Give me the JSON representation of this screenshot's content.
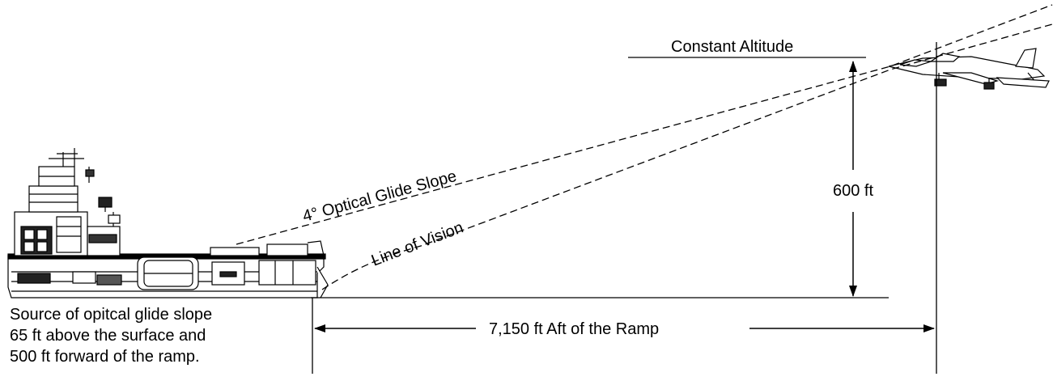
{
  "labels": {
    "constant_altitude": "Constant Altitude",
    "glide_slope": "4° Optical Glide Slope",
    "line_of_vision": "Line of Vision",
    "altitude": "600 ft",
    "distance": "7,150 ft Aft of the Ramp"
  },
  "source_note": {
    "line1": "Source of opitcal glide slope",
    "line2": "65 ft above the surface and",
    "line3": "500 ft forward of the ramp."
  }
}
